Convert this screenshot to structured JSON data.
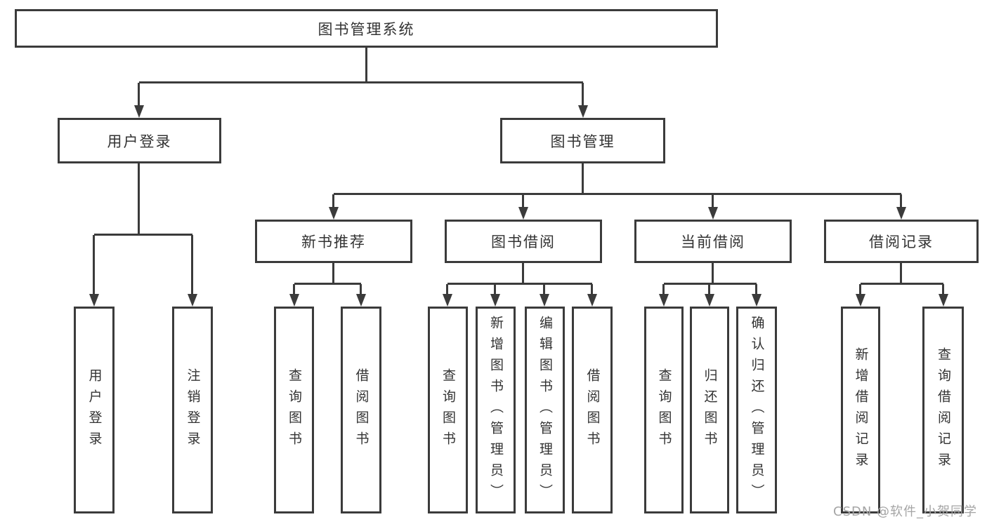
{
  "diagram_type": "hierarchy-tree",
  "colors": {
    "line": "#3b3b3b",
    "text": "#333333",
    "watermark": "#a5a5a5"
  },
  "tree": {
    "label": "图书管理系统",
    "children": [
      {
        "label": "用户登录",
        "children": [
          {
            "label": "用户登录"
          },
          {
            "label": "注销登录"
          }
        ]
      },
      {
        "label": "图书管理",
        "children": [
          {
            "label": "新书推荐",
            "children": [
              {
                "label": "查询图书"
              },
              {
                "label": "借阅图书"
              }
            ]
          },
          {
            "label": "图书借阅",
            "children": [
              {
                "label": "查询图书"
              },
              {
                "label": "新增图书（管理员）"
              },
              {
                "label": "编辑图书（管理员）"
              },
              {
                "label": "借阅图书"
              }
            ]
          },
          {
            "label": "当前借阅",
            "children": [
              {
                "label": "查询图书"
              },
              {
                "label": "归还图书"
              },
              {
                "label": "确认归还（管理员）"
              }
            ]
          },
          {
            "label": "借阅记录",
            "children": [
              {
                "label": "新增借阅记录"
              },
              {
                "label": "查询借阅记录"
              }
            ]
          }
        ]
      }
    ]
  },
  "watermark": {
    "text": "CSDN @软件_小贺同学"
  }
}
